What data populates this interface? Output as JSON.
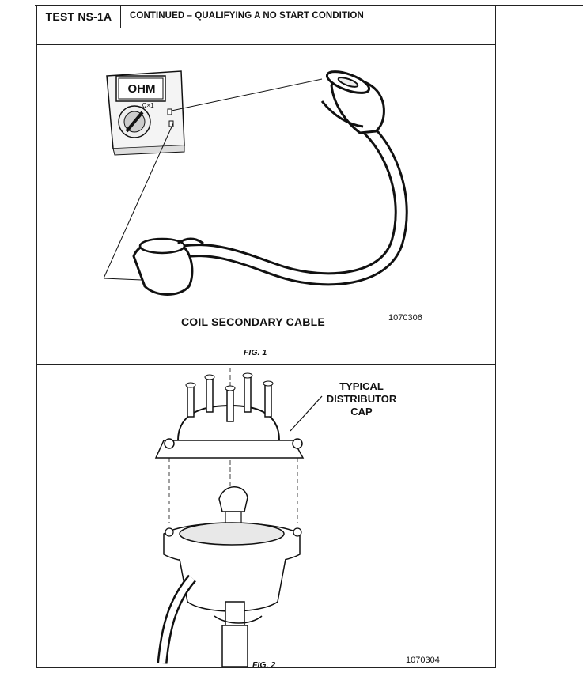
{
  "header": {
    "test_id": "TEST NS-1A",
    "title": "CONTINUED – QUALIFYING A NO START CONDITION"
  },
  "figure1": {
    "meter_display": "OHM",
    "meter_range": "Ω×1",
    "caption": "COIL SECONDARY CABLE",
    "reference": "1070306",
    "label": "FIG. 1"
  },
  "figure2": {
    "callout": "TYPICAL\nDISTRIBUTOR\nCAP",
    "reference": "1070304",
    "label": "FIG. 2"
  }
}
